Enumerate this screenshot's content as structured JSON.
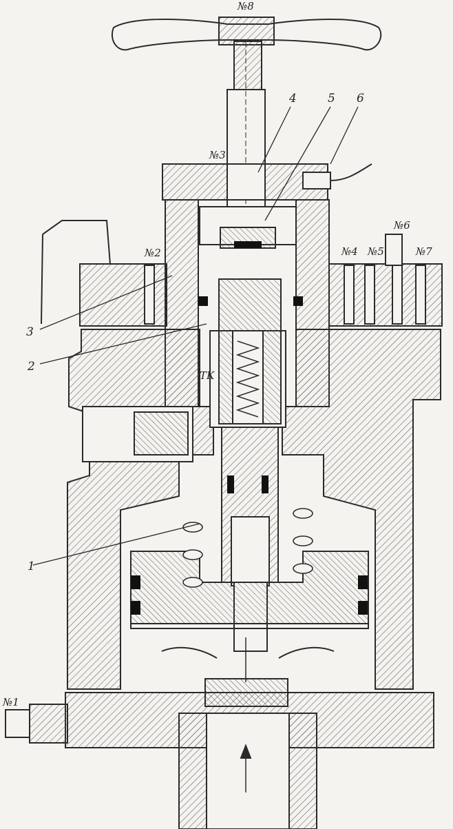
{
  "labels": {
    "port_8": "№8",
    "port_3": "№3",
    "port_2": "№2",
    "port_4": "№4",
    "port_5": "№5",
    "port_6": "№6",
    "port_7": "№7",
    "port_1": "№1",
    "part_1": "1",
    "part_2": "2",
    "part_3": "3",
    "part_4": "4",
    "part_5": "5",
    "part_6": "6",
    "chamber_tk": "ТК"
  },
  "colors": {
    "paper": "#f4f3ef",
    "ink": "#2a2a2a",
    "hatch": "#5a5a5a",
    "seal": "#111111"
  }
}
